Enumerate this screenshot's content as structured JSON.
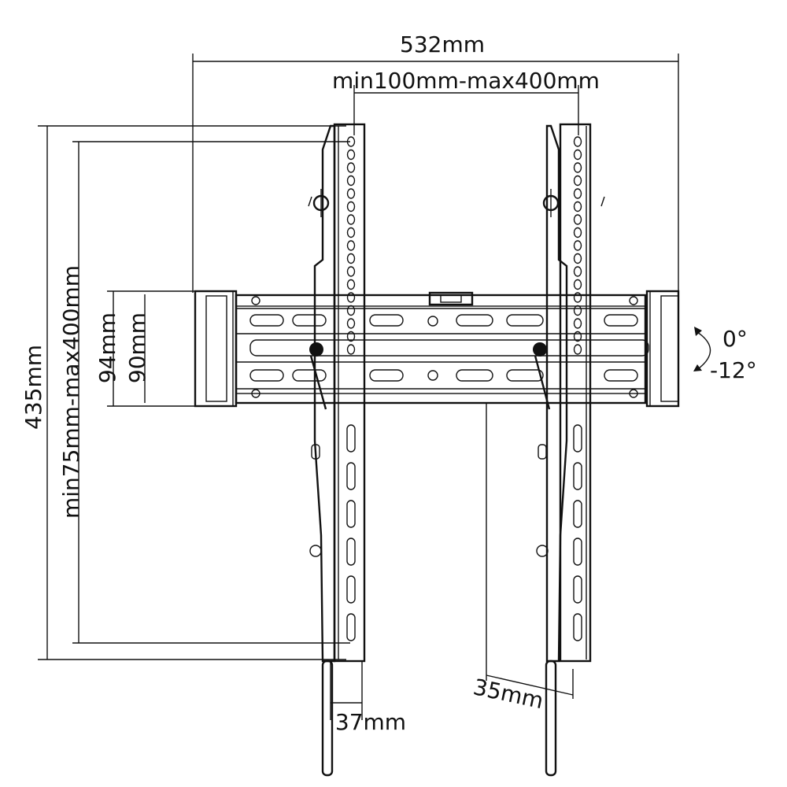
{
  "dimensions": {
    "total_width": "532mm",
    "vesa_horizontal": "min100mm-max400mm",
    "total_height": "435mm",
    "vesa_vertical": "min75mm-max400mm",
    "rail_height_outer": "94mm",
    "rail_height_inner": "90mm",
    "arm_depth": "37mm",
    "wall_depth": "35mm"
  },
  "tilt": {
    "upper": "0°",
    "lower": "-12°"
  },
  "colors": {
    "ink": "#111111",
    "background": "#ffffff"
  }
}
